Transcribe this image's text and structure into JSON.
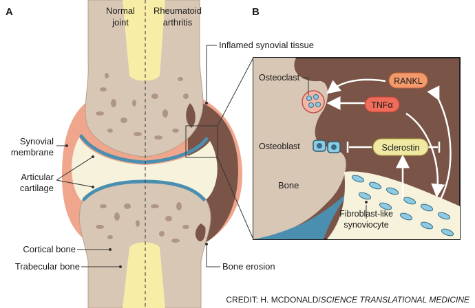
{
  "panels": {
    "a": "A",
    "b": "B"
  },
  "header": {
    "normal": [
      "Normal",
      "joint"
    ],
    "ra": [
      "Rheumatoid",
      "arthritis"
    ]
  },
  "labels_left": {
    "synovial_membrane": [
      "Synovial",
      "membrane"
    ],
    "articular_cartilage": [
      "Articular",
      "cartilage"
    ],
    "cortical_bone": "Cortical bone",
    "trabecular_bone": "Trabecular bone"
  },
  "labels_right": {
    "inflamed_synovial_tissue": "Inflamed synovial tissue",
    "bone_erosion": "Bone erosion"
  },
  "inset": {
    "osteoclast": "Osteoclast",
    "osteoblast": "Osteoblast",
    "bone": "Bone",
    "fibroblast": [
      "Fibroblast-like",
      "synoviocyte"
    ],
    "rankl": "RANKL",
    "tnfa": "TNFα",
    "sclerostin": "Sclerostin"
  },
  "credit": {
    "prefix": "CREDIT: H. MCDONALD/",
    "journal": "SCIENCE TRANSLATIONAL MEDICINE"
  },
  "colors": {
    "bone": "#d9c7b6",
    "trabecular_hole": "#8c6e5c",
    "marrow": "#f7eda6",
    "synovium": "#efa68c",
    "inflamed": "#7a5547",
    "cartilage": "#4b8fb0",
    "fluid": "#f6f2dc",
    "rankl": "#f29a6b",
    "tnfa": "#ef6b5a",
    "sclerostin": "#efe9a4",
    "cell_blue": "#8ccbe3"
  }
}
